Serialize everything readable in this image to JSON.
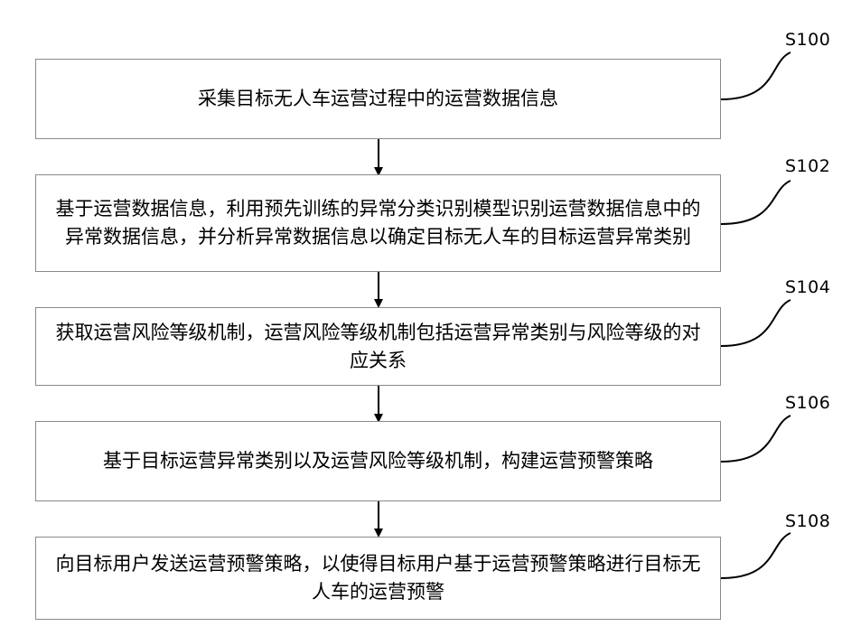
{
  "diagram": {
    "steps": [
      {
        "id": "S100",
        "text": "采集目标无人车运营过程中的运营数据信息"
      },
      {
        "id": "S102",
        "text": "基于运营数据信息，利用预先训练的异常分类识别模型识别运营数据信息中的异常数据信息，并分析异常数据信息以确定目标无人车的目标运营异常类别"
      },
      {
        "id": "S104",
        "text": "获取运营风险等级机制，运营风险等级机制包括运营异常类别与风险等级的对应关系"
      },
      {
        "id": "S106",
        "text": "基于目标运营异常类别以及运营风险等级机制，构建运营预警策略"
      },
      {
        "id": "S108",
        "text": "向目标用户发送运营预警策略，以使得目标用户基于运营预警策略进行目标无人车的运营预警"
      }
    ]
  }
}
